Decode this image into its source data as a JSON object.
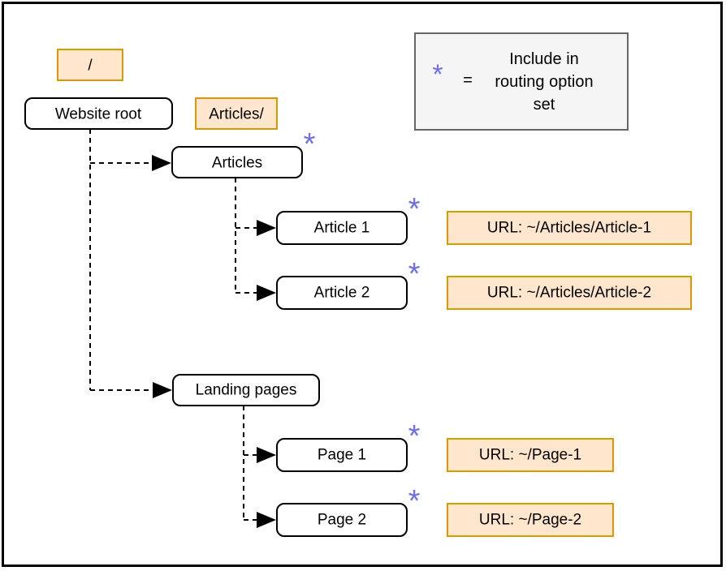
{
  "diagram": {
    "marker_symbol": "*",
    "colors": {
      "tag_fill": "#ffe6cc",
      "tag_border": "#d79b00",
      "node_fill": "#ffffff",
      "node_border": "#000000",
      "legend_fill": "#f5f5f5",
      "legend_border": "#666666",
      "asterisk": "#6e6ef5",
      "text": "#000000",
      "connector": "#000000"
    },
    "nodes": {
      "root_path_tag": "/",
      "website_root": "Website root",
      "articles_path_tag": "Articles/",
      "articles": "Articles",
      "article_1": "Article 1",
      "article_2": "Article 2",
      "landing_pages": "Landing pages",
      "page_1": "Page 1",
      "page_2": "Page 2"
    },
    "urls": {
      "article_1": "URL: ~/Articles/Article-1",
      "article_2": "URL: ~/Articles/Article-2",
      "page_1": "URL: ~/Page-1",
      "page_2": "URL: ~/Page-2"
    },
    "legend": {
      "symbol": "*",
      "equals": "=",
      "lines": [
        "Include in",
        "routing option",
        "set"
      ]
    }
  }
}
